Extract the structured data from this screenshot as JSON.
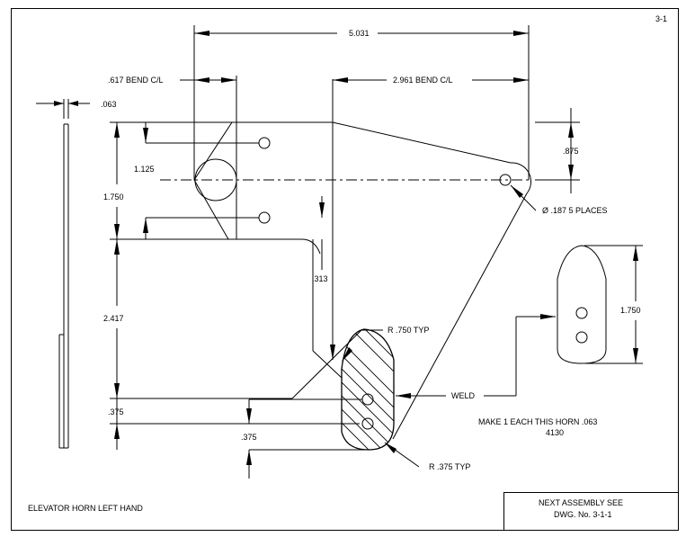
{
  "sheet": {
    "number": "3-1",
    "title": "ELEVATOR HORN LEFT HAND",
    "next_assembly_line1": "NEXT ASSEMBLY SEE",
    "next_assembly_line2": "DWG. No. 3-1-1"
  },
  "dimensions": {
    "overall_width": "5.031",
    "bend_left": ".617 BEND C/L",
    "bend_right": "2.961 BEND C/L",
    "thickness": ".063",
    "upper_height": "1.750",
    "hole_spacing_upper": "1.125",
    "top_slope": ".875",
    "hole_dia": "Ø .187 5 PLACES",
    "lower_height": "2.417",
    "inner_radius_gap": ".313",
    "bottom_offset_left": ".375",
    "bottom_offset_right": ".375",
    "large_radius": "R .750 TYP",
    "small_radius": "R .375 TYP",
    "weld": "WELD",
    "plate_height": "1.750"
  },
  "notes": {
    "make_line1": "MAKE 1 EACH THIS HORN .063",
    "make_line2": "4130"
  }
}
